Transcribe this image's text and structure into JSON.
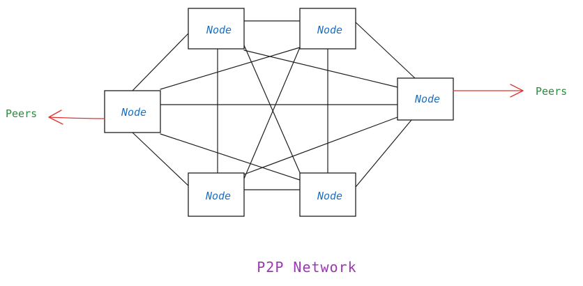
{
  "diagram": {
    "title": "P2P Network",
    "node_label": "Node",
    "peer_labels": [
      "Peers",
      "Peers"
    ],
    "colors": {
      "node_text": "#1971c2",
      "peer_text": "#2b8a3e",
      "title_text": "#9c36b5",
      "arrow": "#e03131",
      "line": "#1e1e1e"
    }
  }
}
